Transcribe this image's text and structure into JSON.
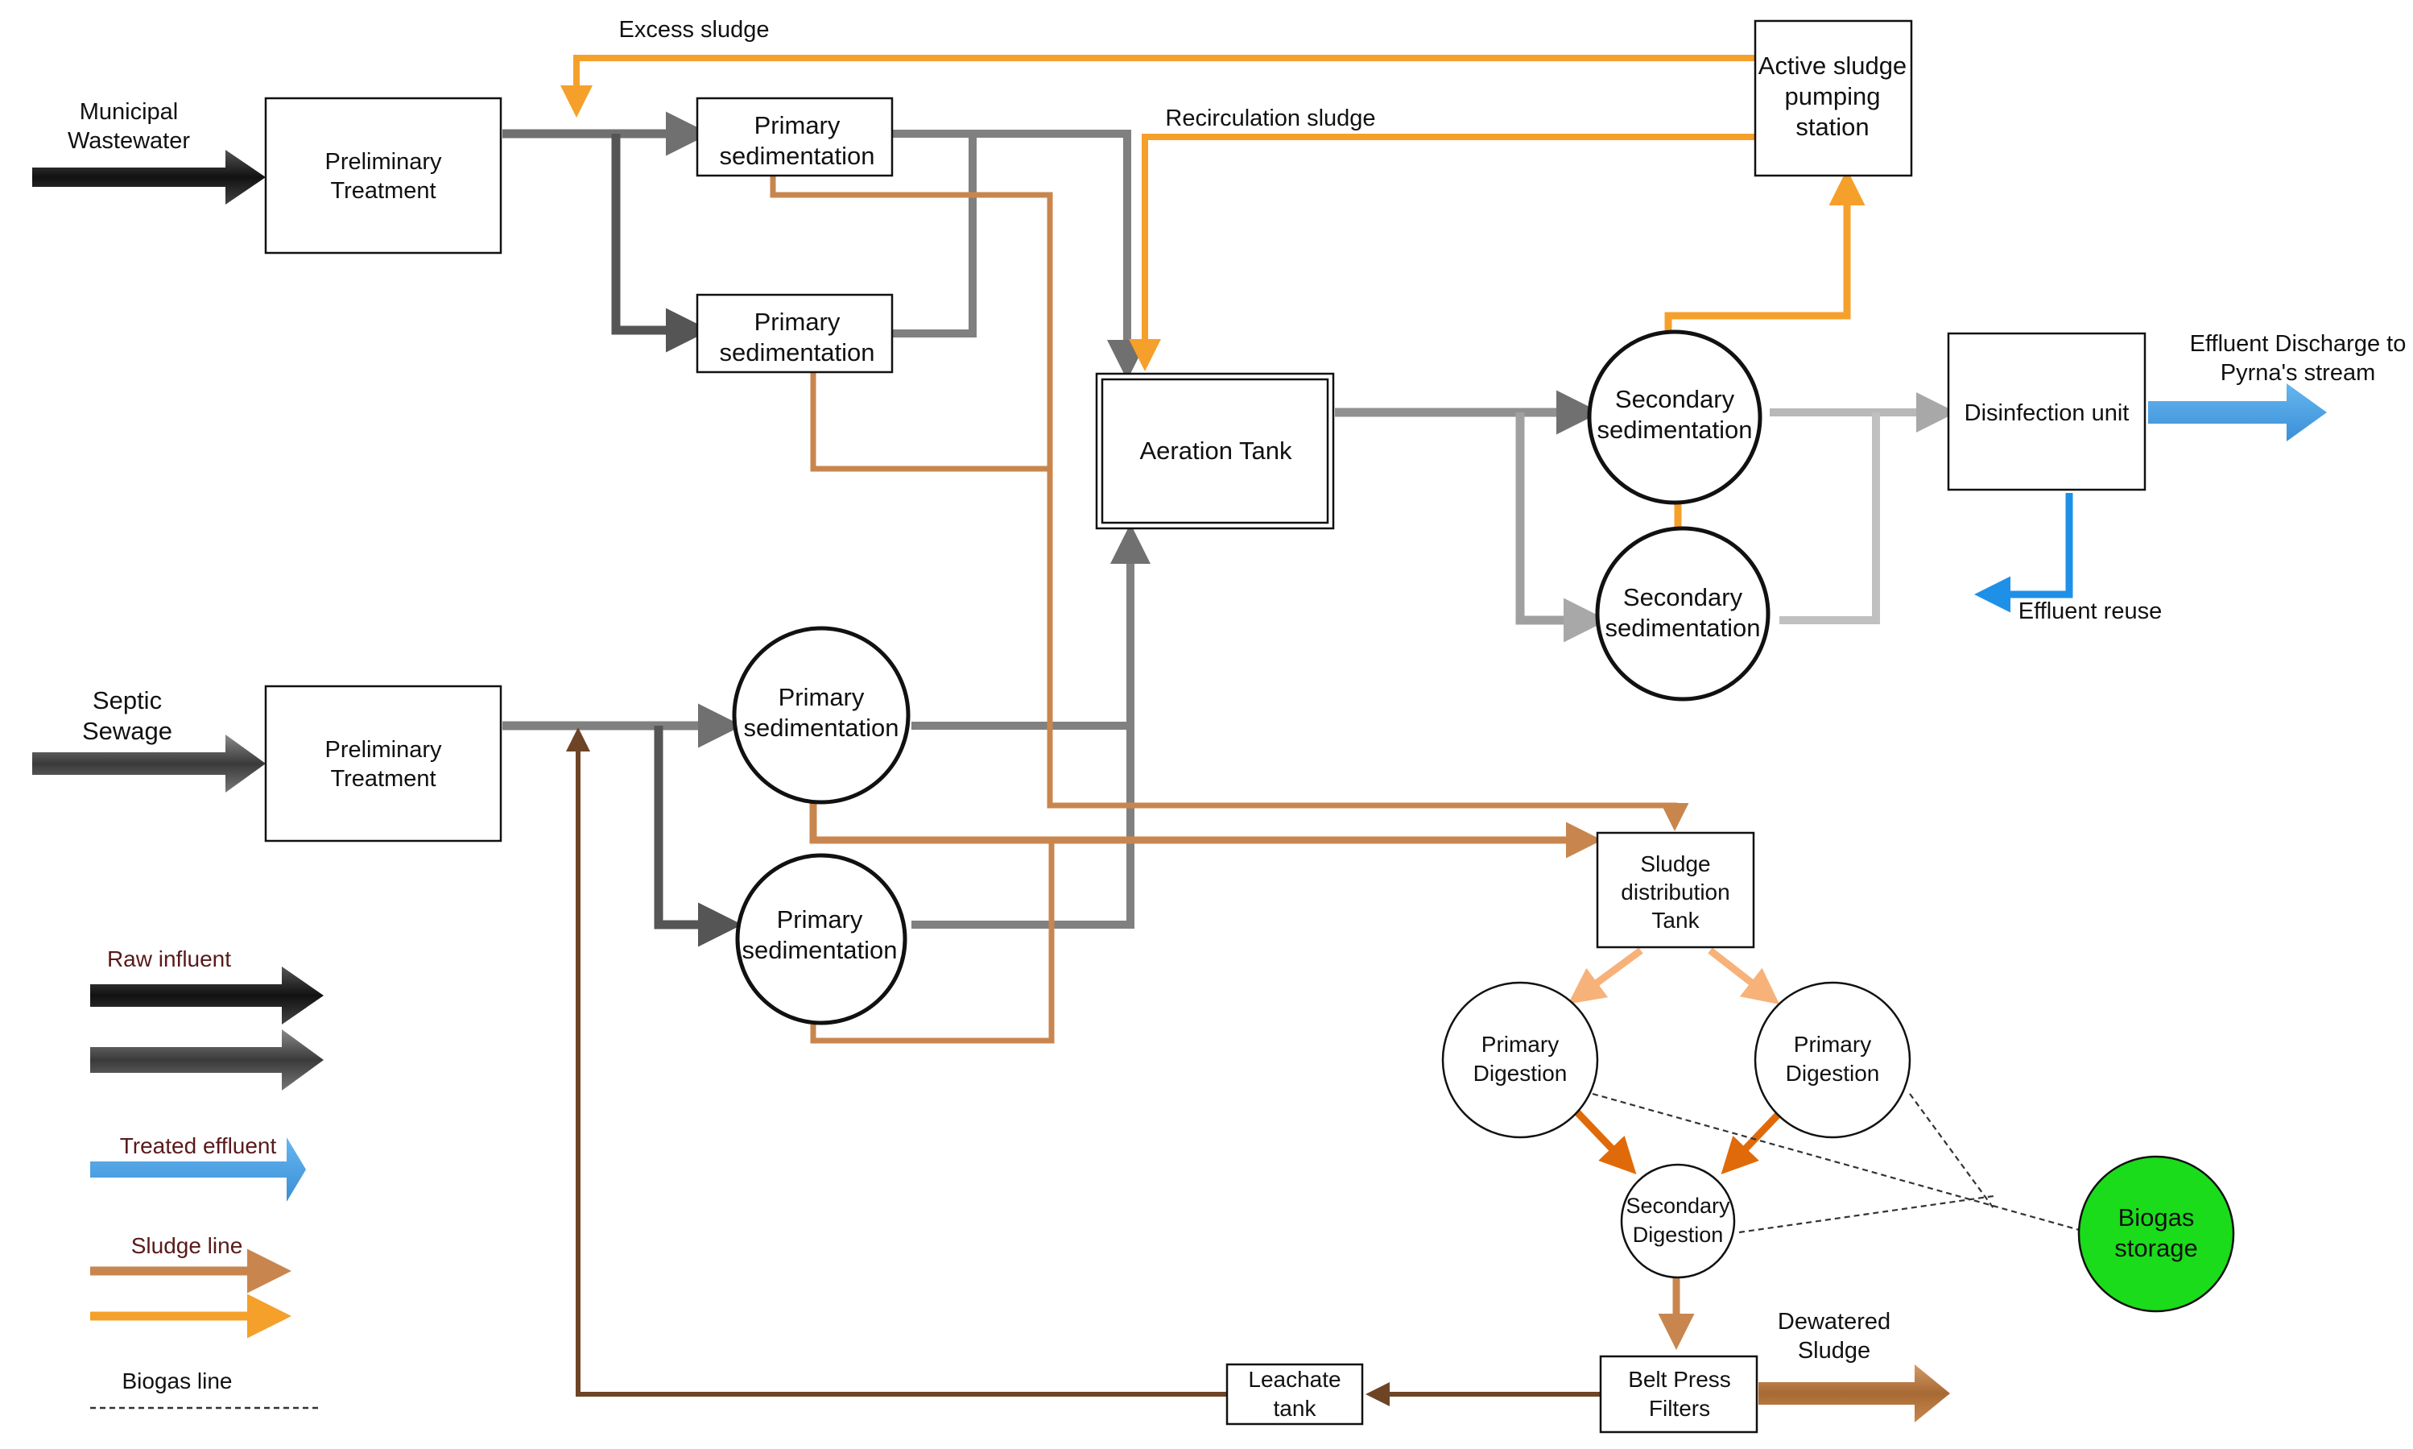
{
  "inputs": {
    "municipal": [
      "Municipal",
      "Wastewater"
    ],
    "septic": [
      "Septic",
      "Sewage"
    ]
  },
  "units": {
    "prelim_top": [
      "Preliminary",
      "Treatment"
    ],
    "prelim_bottom": [
      "Preliminary",
      "Treatment"
    ],
    "primsed_top1": [
      "Primary",
      "sedimentation"
    ],
    "primsed_top2": [
      "Primary",
      "sedimentation"
    ],
    "primsed_bot1": [
      "Primary",
      "sedimentation"
    ],
    "primsed_bot2": [
      "Primary",
      "sedimentation"
    ],
    "aeration": [
      "Aeration Tank"
    ],
    "secsed1": [
      "Secondary",
      "sedimentation"
    ],
    "secsed2": [
      "Secondary",
      "sedimentation"
    ],
    "active_pump": [
      "Active sludge",
      "pumping",
      "station"
    ],
    "disinfection": [
      "Disinfection unit"
    ],
    "sludge_dist": [
      "Sludge",
      "distribution",
      "Tank"
    ],
    "prim_dig1": [
      "Primary",
      "Digestion"
    ],
    "prim_dig2": [
      "Primary",
      "Digestion"
    ],
    "sec_dig": [
      "Secondary",
      "Digestion"
    ],
    "biogas": [
      "Biogas",
      "storage"
    ],
    "belt_press": [
      "Belt Press",
      "Filters"
    ],
    "leachate": [
      "Leachate",
      "tank"
    ]
  },
  "flow_labels": {
    "excess_sludge": "Excess sludge",
    "recirculation_sludge": "Recirculation sludge",
    "effluent_discharge": [
      "Effluent Discharge to",
      "Pyrna's stream"
    ],
    "effluent_reuse": "Effluent reuse",
    "dewatered_sludge": [
      "Dewatered",
      "Sludge"
    ]
  },
  "legend": {
    "raw_influent": "Raw influent",
    "treated_effluent": "Treated effluent",
    "sludge_line": "Sludge line",
    "biogas_line": "Biogas line"
  },
  "colors": {
    "raw_dark": "#2b2b2b",
    "raw_grey": "#707070",
    "effluent_grey": "#a8a8a8",
    "treated_blue": "#4aa3e6",
    "sludge_brown": "#c8864e",
    "sludge_orange": "#f5a02a",
    "leachate_brown": "#6e4426",
    "digest_orange": "#e06a0a",
    "light_orange": "#f7b27a",
    "biogas_green": "#1bdc1b",
    "legend_text": "#5a1a1a"
  }
}
